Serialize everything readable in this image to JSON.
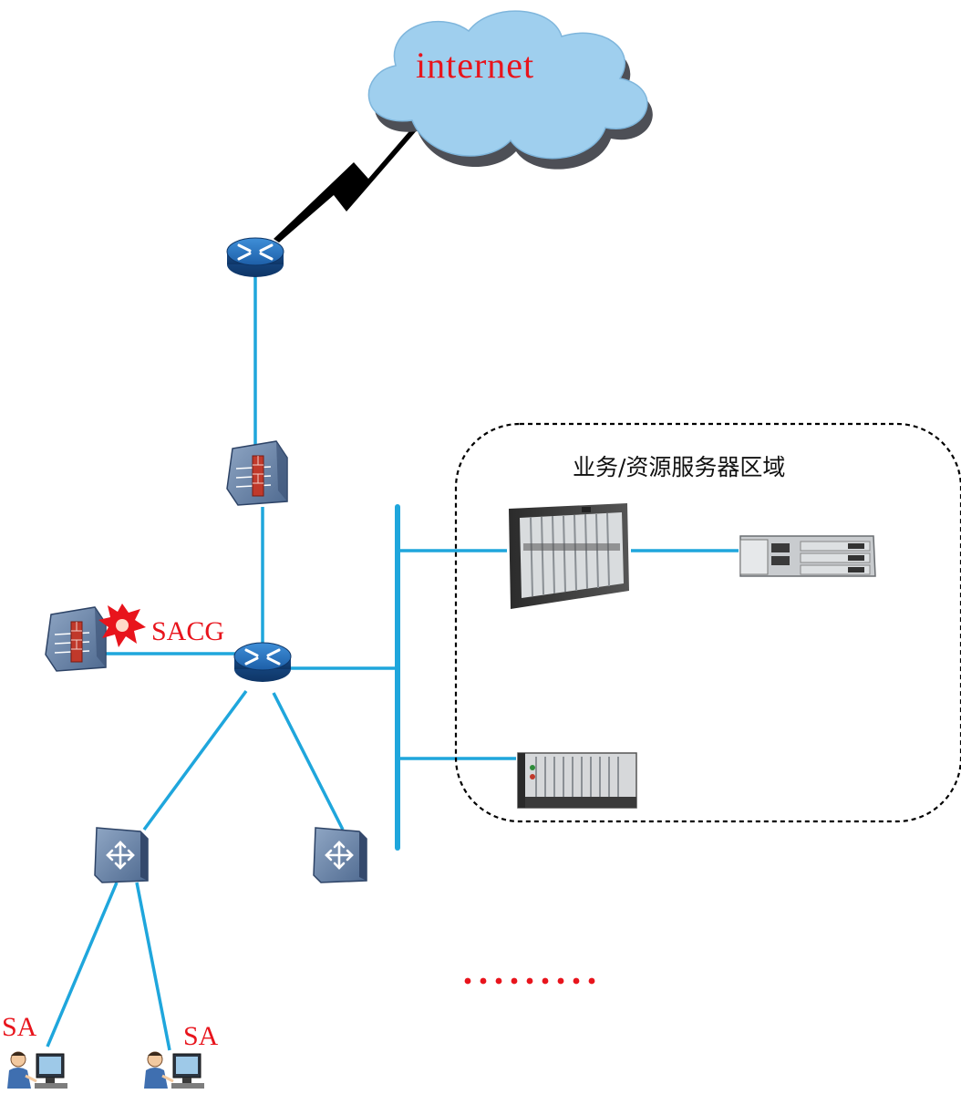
{
  "cloud": {
    "label": "internet"
  },
  "server_zone": {
    "title": "业务/资源服务器区域"
  },
  "sacg": {
    "label": "SACG"
  },
  "clients": [
    {
      "label": "SA"
    },
    {
      "label": "SA"
    }
  ],
  "colors": {
    "link": "#1fa6dc",
    "label_red": "#e8141c",
    "cloud_fill": "#9fcfee",
    "cloud_shadow": "#4d4f56",
    "router": "#1d5fa8",
    "zone_border": "#000000"
  },
  "icons": [
    "cloud-icon",
    "lightning-link-icon",
    "router-icon",
    "firewall-icon",
    "switch-icon",
    "server-chassis-icon",
    "server-rack-icon",
    "pc-user-icon",
    "alert-burst-icon",
    "bus-bar",
    "ellipsis-dots"
  ]
}
